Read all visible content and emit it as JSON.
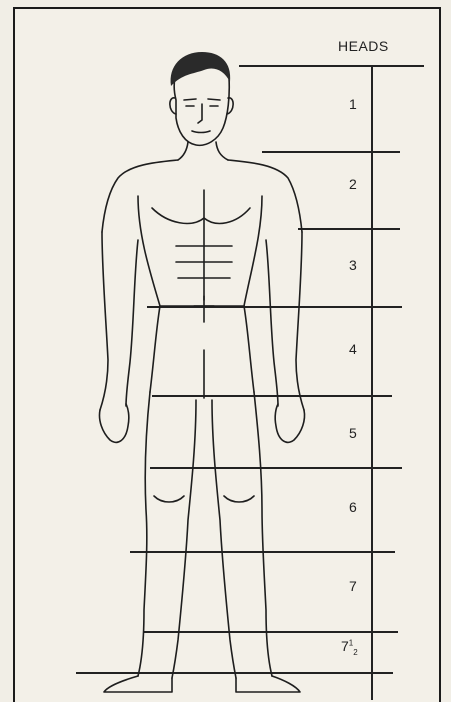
{
  "diagram": {
    "title": "HEADS",
    "numbers": [
      "1",
      "2",
      "3",
      "4",
      "5",
      "6",
      "7"
    ],
    "last_label": {
      "whole": "7",
      "numerator": "1",
      "denominator": "2"
    }
  },
  "colors": {
    "paper": "#f1eee6",
    "ink": "#222222",
    "frame": "#1b1b1b"
  }
}
